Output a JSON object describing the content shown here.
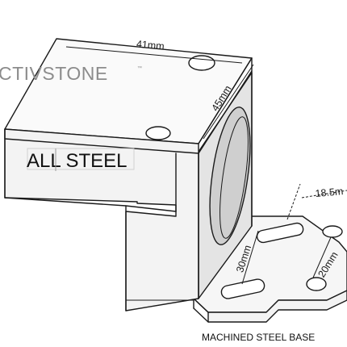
{
  "brand": {
    "name": "CTIVSTONE",
    "trademark": "™"
  },
  "dimensions": {
    "width": "41mm",
    "depth": "45mm",
    "slot_length": "30mm",
    "hole_spacing": "20mm",
    "offset": "18.5m"
  },
  "labels": {
    "material": "ALL STEEL",
    "base": "MACHINED STEEL BASE"
  },
  "colors": {
    "line": "#1a1a1a",
    "brand_gray": "#8c8c8c",
    "face_light": "#f3f3f3",
    "face_shade": "#e4e4e4"
  }
}
